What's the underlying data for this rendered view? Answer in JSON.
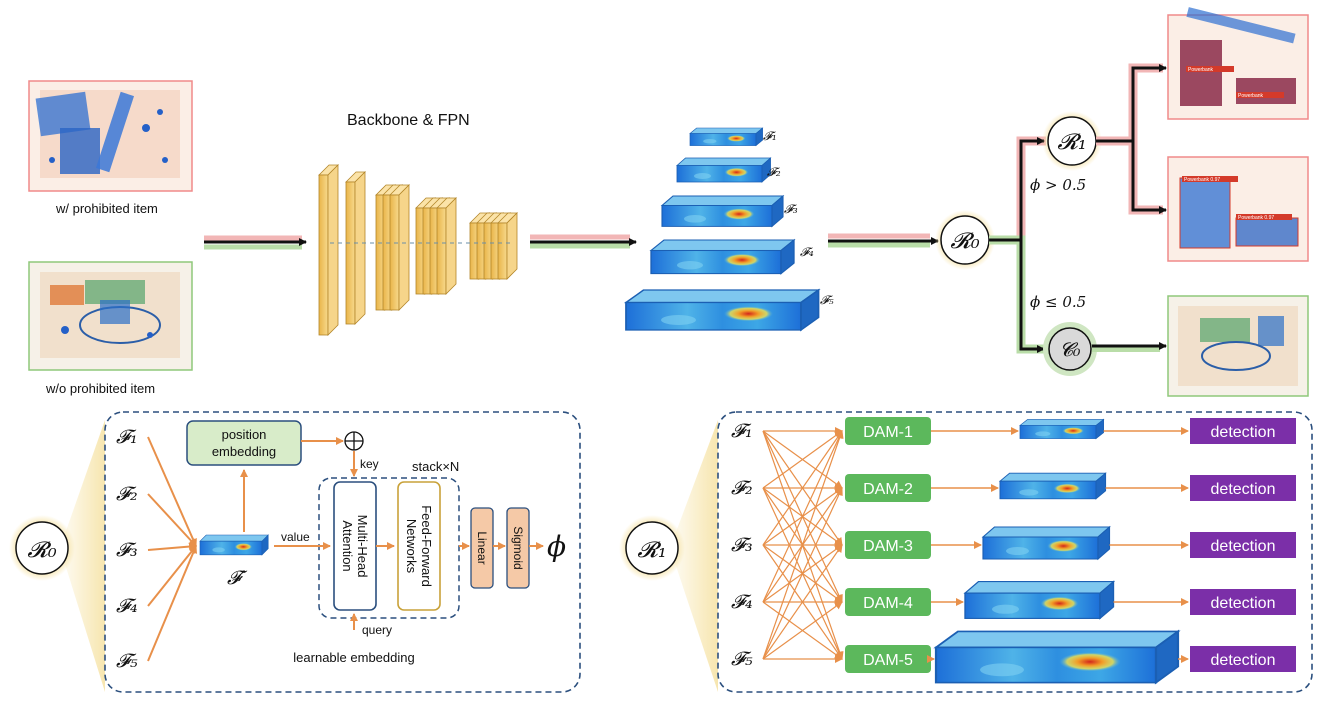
{
  "inputs": {
    "prohibited_label": "w/ prohibited item",
    "clean_label": "w/o prohibited item"
  },
  "backbone": {
    "title": "Backbone & FPN"
  },
  "features": [
    "𝓕₁",
    "𝓕₂",
    "𝓕₃",
    "𝓕₄",
    "𝓕₅"
  ],
  "router": {
    "r0": "𝓡₀",
    "r1": "𝓡₁",
    "c0": "𝓒₀",
    "cond_positive": "ϕ > 0.5",
    "cond_negative": "ϕ ≤ 0.5"
  },
  "detections": [
    "Powerbank",
    "Powerbank",
    "Powerbank 0.97",
    "Powerbank 0.97"
  ],
  "r0_module": {
    "position_embedding": "position embedding",
    "key": "key",
    "value": "value",
    "query": "query",
    "stack": "stack×N",
    "mha": "Multi-Head Attention",
    "ffn": "Feed-Forward Networks",
    "linear": "Linear",
    "sigmoid": "Sigmoid",
    "fused": "𝓕′",
    "output": "ϕ",
    "learnable": "learnable embedding"
  },
  "r1_module": {
    "dams": [
      "DAM-1",
      "DAM-2",
      "DAM-3",
      "DAM-4",
      "DAM-5"
    ],
    "detection": "detection"
  },
  "colors": {
    "arrow_orange": "#E8904A",
    "green_box": "#5CB85C",
    "purple_box": "#7B2FA8",
    "dashed_blue": "#2B4F7E",
    "pink_path": "#F2B6B6",
    "green_path": "#B9DDA8",
    "yellow_halo": "#F6E3A6"
  }
}
